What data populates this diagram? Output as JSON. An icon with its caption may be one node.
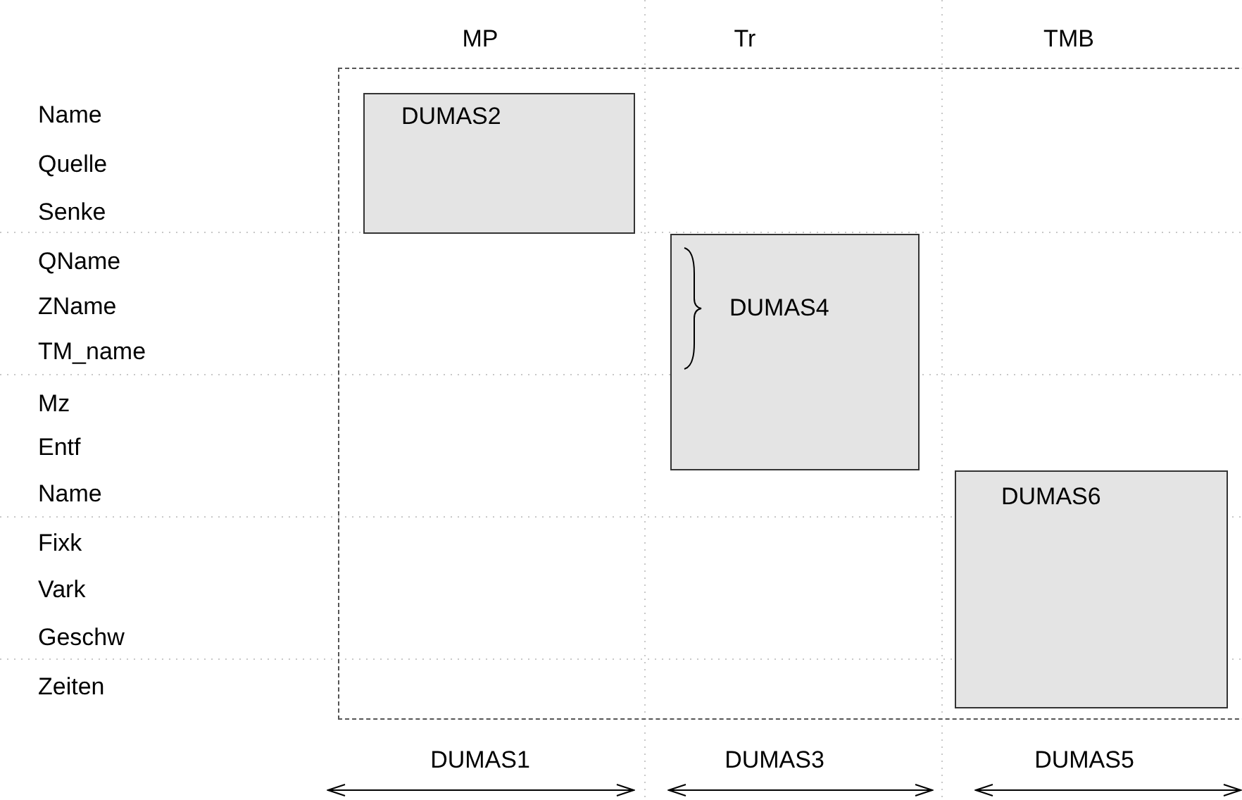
{
  "diagram": {
    "nodes": [
      {
        "text": [],
        "shape": "box"
      },
      {
        "text": [
          "DUMAS2"
        ],
        "in": 0
      },
      {
        "text": [
          "DUMAS4"
        ],
        "in": 0
      },
      {
        "text": [
          "DUMAS6"
        ],
        "in": 0
      }
    ],
    "edges": [],
    "labels": [
      "MP",
      "Tr",
      "TMB",
      "Name",
      "Quelle",
      "Senke",
      "QName",
      "ZName",
      "TM_name",
      "Mz",
      "Entf",
      "Name",
      "Fixk",
      "Vark",
      "Geschw",
      "Zeiten",
      "DUMAS1",
      "DUMAS3",
      "DUMAS5"
    ]
  }
}
